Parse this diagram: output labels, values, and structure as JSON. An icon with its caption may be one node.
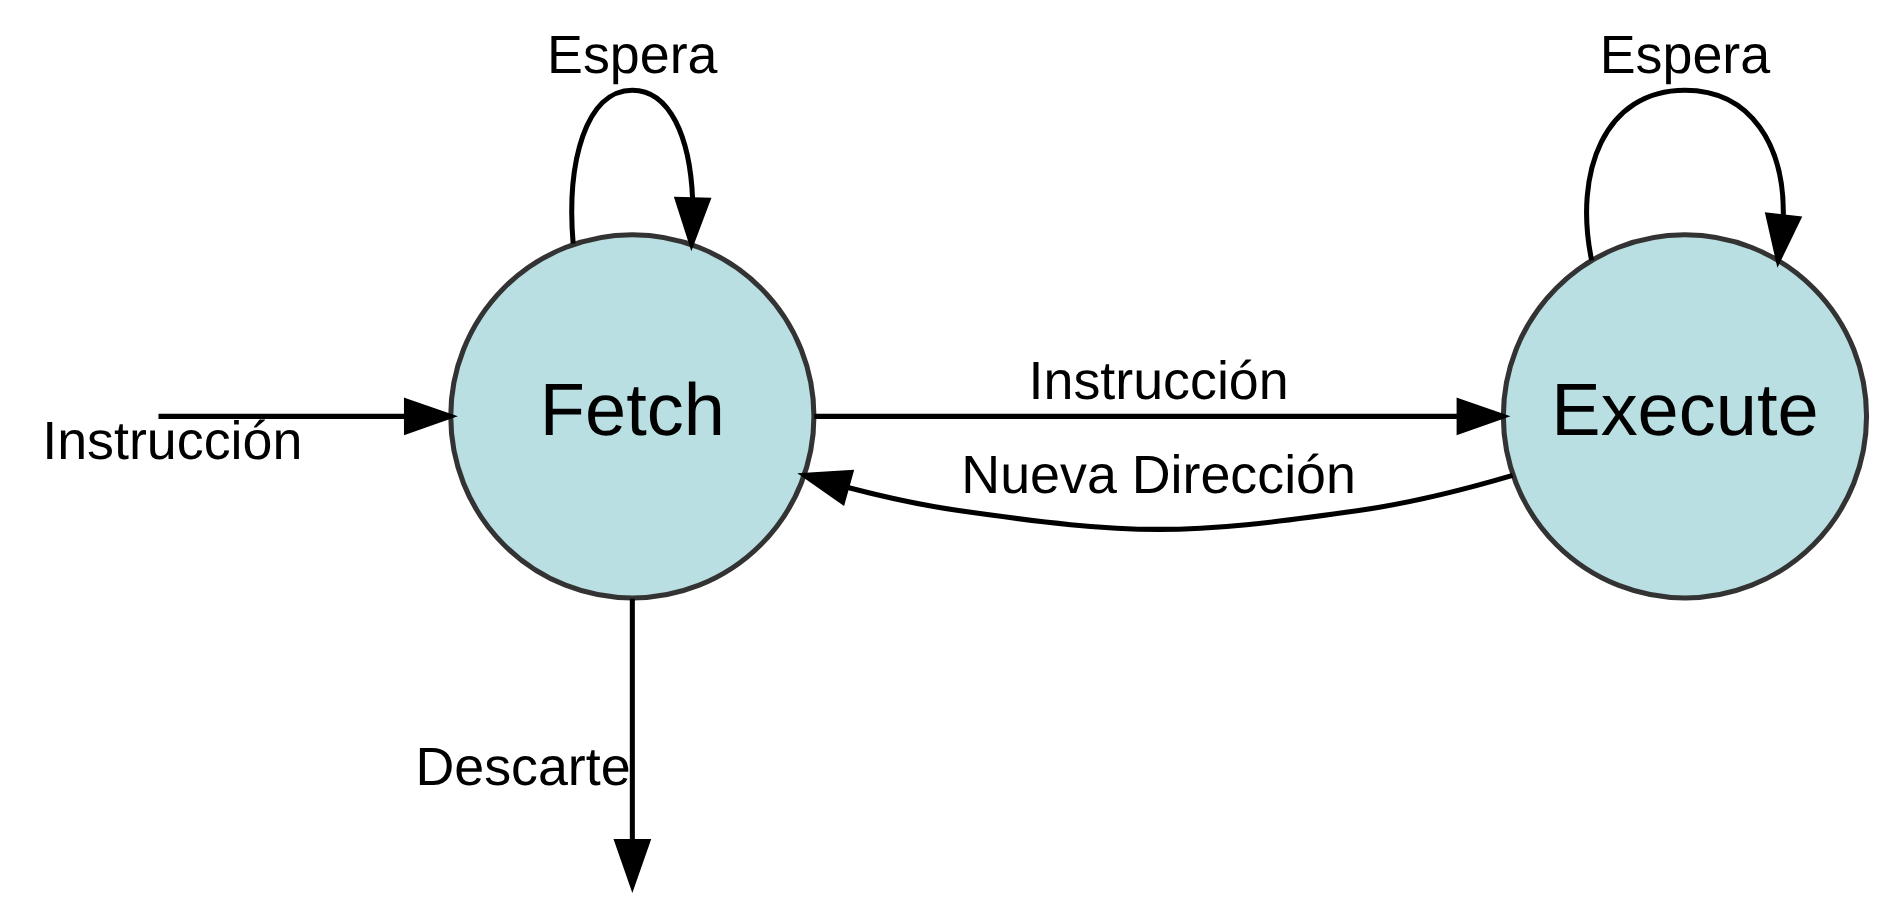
{
  "diagram": {
    "nodes": [
      {
        "text": [
          "Fetch"
        ]
      },
      {
        "text": [
          "Execute"
        ]
      }
    ],
    "edges": [
      {
        "from": null,
        "to": 0,
        "arrow": "to",
        "label": "Instrucción"
      },
      {
        "from": 0,
        "to": 0,
        "arrow": "to",
        "label": "Espera"
      },
      {
        "from": 0,
        "to": 1,
        "arrow": "to",
        "label": "Instrucción"
      },
      {
        "from": 1,
        "to": 1,
        "arrow": "to",
        "label": "Espera"
      },
      {
        "from": 1,
        "to": 0,
        "arrow": "to",
        "label": "Nueva Dirección"
      },
      {
        "from": 0,
        "to": null,
        "arrow": "to",
        "label": "Descarte"
      }
    ]
  }
}
